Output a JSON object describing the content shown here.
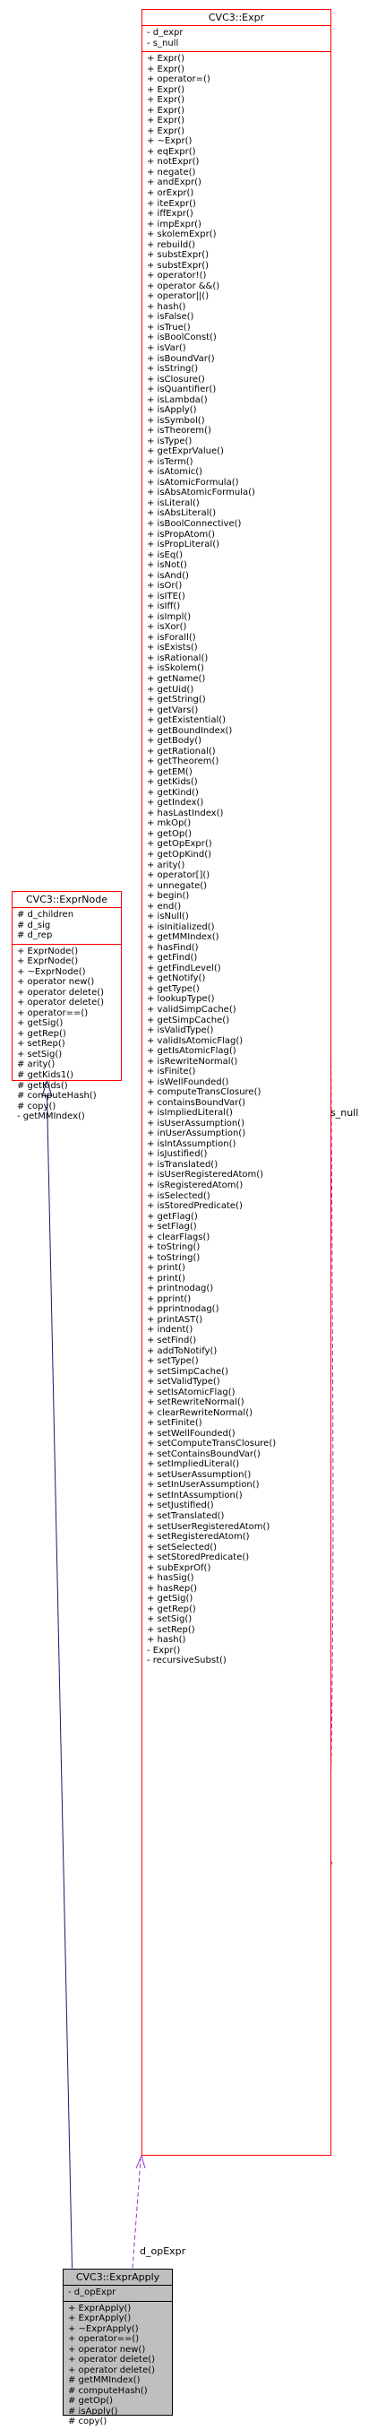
{
  "classes": {
    "expr": {
      "name": "CVC3::Expr",
      "attributes": [
        "- d_expr",
        "- s_null"
      ],
      "operations": [
        "+ Expr()",
        "+ Expr()",
        "+ operator=()",
        "+ Expr()",
        "+ Expr()",
        "+ Expr()",
        "+ Expr()",
        "+ Expr()",
        "+ ~Expr()",
        "+ eqExpr()",
        "+ notExpr()",
        "+ negate()",
        "+ andExpr()",
        "+ orExpr()",
        "+ iteExpr()",
        "+ iffExpr()",
        "+ impExpr()",
        "+ skolemExpr()",
        "+ rebuild()",
        "+ substExpr()",
        "+ substExpr()",
        "+ operator!()",
        "+ operator &&()",
        "+ operator||()",
        "+ hash()",
        "+ isFalse()",
        "+ isTrue()",
        "+ isBoolConst()",
        "+ isVar()",
        "+ isBoundVar()",
        "+ isString()",
        "+ isClosure()",
        "+ isQuantifier()",
        "+ isLambda()",
        "+ isApply()",
        "+ isSymbol()",
        "+ isTheorem()",
        "+ isType()",
        "+ getExprValue()",
        "+ isTerm()",
        "+ isAtomic()",
        "+ isAtomicFormula()",
        "+ isAbsAtomicFormula()",
        "+ isLiteral()",
        "+ isAbsLiteral()",
        "+ isBoolConnective()",
        "+ isPropAtom()",
        "+ isPropLiteral()",
        "+ isEq()",
        "+ isNot()",
        "+ isAnd()",
        "+ isOr()",
        "+ isITE()",
        "+ isIff()",
        "+ isImpl()",
        "+ isXor()",
        "+ isForall()",
        "+ isExists()",
        "+ isRational()",
        "+ isSkolem()",
        "+ getName()",
        "+ getUid()",
        "+ getString()",
        "+ getVars()",
        "+ getExistential()",
        "+ getBoundIndex()",
        "+ getBody()",
        "+ getRational()",
        "+ getTheorem()",
        "+ getEM()",
        "+ getKids()",
        "+ getKind()",
        "+ getIndex()",
        "+ hasLastIndex()",
        "+ mkOp()",
        "+ getOp()",
        "+ getOpExpr()",
        "+ getOpKind()",
        "+ arity()",
        "+ operator[]()",
        "+ unnegate()",
        "+ begin()",
        "+ end()",
        "+ isNull()",
        "+ isInitialized()",
        "+ getMMIndex()",
        "+ hasFind()",
        "+ getFind()",
        "+ getFindLevel()",
        "+ getNotify()",
        "+ getType()",
        "+ lookupType()",
        "+ validSimpCache()",
        "+ getSimpCache()",
        "+ isValidType()",
        "+ validIsAtomicFlag()",
        "+ getIsAtomicFlag()",
        "+ isRewriteNormal()",
        "+ isFinite()",
        "+ isWellFounded()",
        "+ computeTransClosure()",
        "+ containsBoundVar()",
        "+ isImpliedLiteral()",
        "+ isUserAssumption()",
        "+ inUserAssumption()",
        "+ isIntAssumption()",
        "+ isJustified()",
        "+ isTranslated()",
        "+ isUserRegisteredAtom()",
        "+ isRegisteredAtom()",
        "+ isSelected()",
        "+ isStoredPredicate()",
        "+ getFlag()",
        "+ setFlag()",
        "+ clearFlags()",
        "+ toString()",
        "+ toString()",
        "+ print()",
        "+ print()",
        "+ printnodag()",
        "+ pprint()",
        "+ pprintnodag()",
        "+ printAST()",
        "+ indent()",
        "+ setFind()",
        "+ addToNotify()",
        "+ setType()",
        "+ setSimpCache()",
        "+ setValidType()",
        "+ setIsAtomicFlag()",
        "+ setRewriteNormal()",
        "+ clearRewriteNormal()",
        "+ setFinite()",
        "+ setWellFounded()",
        "+ setComputeTransClosure()",
        "+ setContainsBoundVar()",
        "+ setImpliedLiteral()",
        "+ setUserAssumption()",
        "+ setInUserAssumption()",
        "+ setIntAssumption()",
        "+ setJustified()",
        "+ setTranslated()",
        "+ setUserRegisteredAtom()",
        "+ setRegisteredAtom()",
        "+ setSelected()",
        "+ setStoredPredicate()",
        "+ subExprOf()",
        "+ hasSig()",
        "+ hasRep()",
        "+ getSig()",
        "+ getRep()",
        "+ setSig()",
        "+ setRep()",
        "+ hash()",
        "- Expr()",
        "- recursiveSubst()"
      ]
    },
    "expr_node": {
      "name": "CVC3::ExprNode",
      "attributes": [
        "# d_children",
        "# d_sig",
        "# d_rep"
      ],
      "operations": [
        "+ ExprNode()",
        "+ ExprNode()",
        "+ ~ExprNode()",
        "+ operator new()",
        "+ operator delete()",
        "+ operator delete()",
        "+ operator==()",
        "+ getSig()",
        "+ getRep()",
        "+ setRep()",
        "+ setSig()",
        "# arity()",
        "# getKids1()",
        "# getKids()",
        "# computeHash()",
        "# copy()",
        "- getMMIndex()"
      ]
    },
    "expr_apply": {
      "name": "CVC3::ExprApply",
      "attributes": [
        "- d_opExpr"
      ],
      "operations": [
        "+ ExprApply()",
        "+ ExprApply()",
        "+ ~ExprApply()",
        "+ operator==()",
        "+ operator new()",
        "+ operator delete()",
        "+ operator delete()",
        "# getMMIndex()",
        "# computeHash()",
        "# getOp()",
        "# isApply()",
        "# copy()"
      ]
    }
  },
  "edges": {
    "s_null_label": "s_null",
    "d_opexpr_label": "d_opExpr"
  },
  "colors": {
    "class_border": "#ff0000",
    "focus_fill": "#bfbfbf",
    "inheritance_edge": "#191970",
    "usage_edge": "#9a32cd"
  }
}
